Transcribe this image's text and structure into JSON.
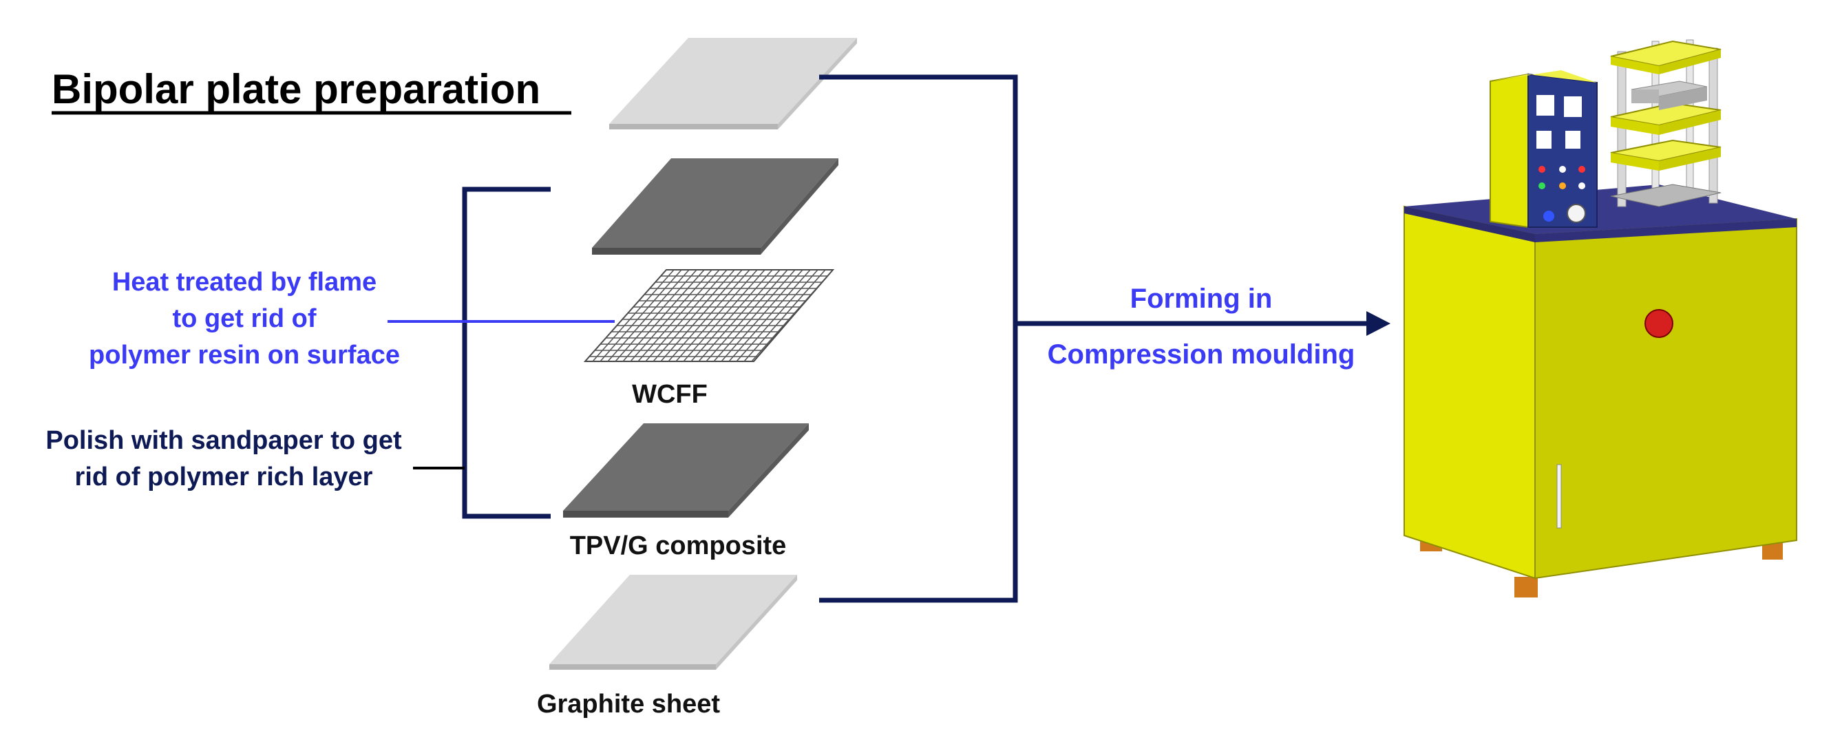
{
  "title": "Bipolar plate preparation",
  "labels": {
    "wcff": "WCFF",
    "tpvg": "TPV/G composite",
    "graphite": "Graphite sheet"
  },
  "heat_note": {
    "line1": "Heat treated by flame",
    "line2": "to get rid of",
    "line3": "polymer resin on surface"
  },
  "polish_note": {
    "line1": "Polish with sandpaper to get",
    "line2": "rid of polymer rich layer"
  },
  "forming": {
    "line1": "Forming in",
    "line2": "Compression moulding"
  },
  "colors": {
    "navy": "#0d1a55",
    "blue_text": "#3b3bf5",
    "light_plate": "#dadada",
    "dark_plate": "#6e6e6e",
    "machine_yellow": "#e3e600",
    "machine_top": "#3a3a8a"
  }
}
